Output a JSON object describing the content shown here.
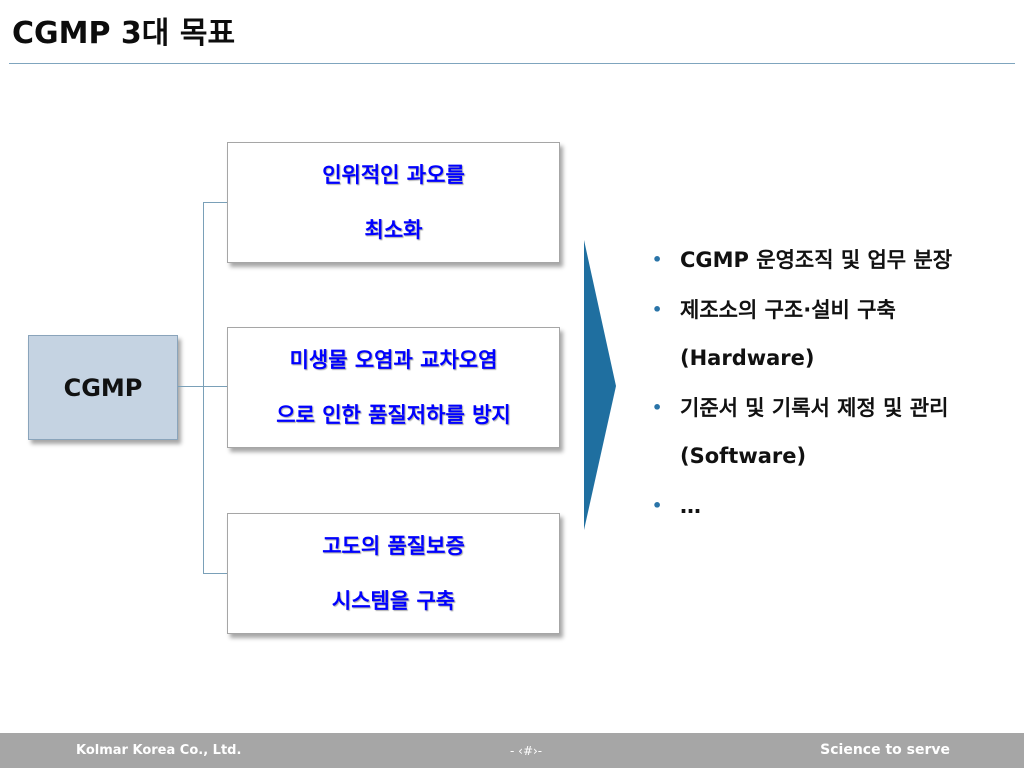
{
  "slide": {
    "title": "CGMP 3대 목표",
    "center_label": "CGMP",
    "goals": [
      {
        "line1": "인위적인 과오를",
        "line2": "최소화"
      },
      {
        "line1": "미생물 오염과 교차오염",
        "line2": "으로 인한 품질저하를 방지"
      },
      {
        "line1": "고도의 품질보증",
        "line2": "시스템을 구축"
      }
    ],
    "bullet_symbol": "•",
    "bullets": [
      "CGMP 운영조직 및 업무 분장",
      "제조소의 구조·설비 구축 (Hardware)",
      "기준서 및 기록서 제정 및 관리 (Software)",
      "…"
    ]
  },
  "footer": {
    "company": "Kolmar Korea Co., Ltd.",
    "page": "- ‹#›-",
    "slogan": "Science to serve"
  },
  "colors": {
    "goal_text": "#0000ff",
    "center_box_fill": "#c5d3e2",
    "arrow_fill": "#1f6fa0",
    "accent_line": "#7fa5be",
    "footer_bg": "#a6a6a6"
  }
}
